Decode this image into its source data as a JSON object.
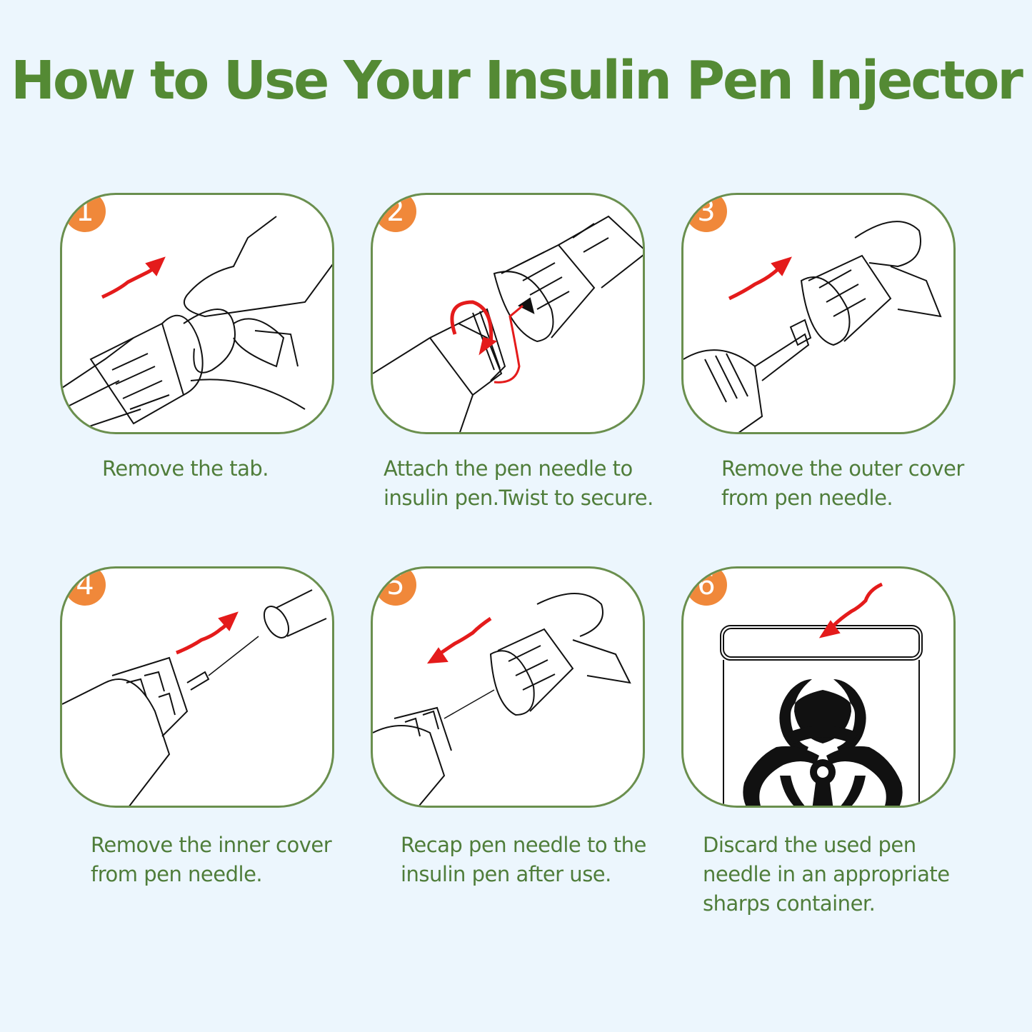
{
  "header": {
    "title": "How to Use Your Insulin Pen Injector"
  },
  "colors": {
    "title": "#548a34",
    "caption": "#4f7d3a",
    "badge": "#f0883a",
    "card_border": "#6a8f4e",
    "arrow": "#e41b1b",
    "background": "#ecf6fd"
  },
  "steps": [
    {
      "number": "1",
      "icon": "remove-tab-illustration",
      "caption_lines": [
        "Remove the tab."
      ]
    },
    {
      "number": "2",
      "icon": "attach-needle-illustration",
      "caption_lines": [
        "Attach the pen needle to",
        "insulin pen.Twist to secure."
      ]
    },
    {
      "number": "3",
      "icon": "remove-outer-cover-illustration",
      "caption_lines": [
        "Remove the outer cover",
        "from pen needle."
      ]
    },
    {
      "number": "4",
      "icon": "remove-inner-cover-illustration",
      "caption_lines": [
        "Remove the inner cover",
        "from pen needle."
      ]
    },
    {
      "number": "5",
      "icon": "recap-needle-illustration",
      "caption_lines": [
        "Recap pen needle to the",
        "insulin pen after use."
      ]
    },
    {
      "number": "6",
      "icon": "sharps-container-biohazard-illustration",
      "caption_lines": [
        "Discard the used pen",
        "needle in an appropriate",
        "sharps container."
      ]
    }
  ]
}
